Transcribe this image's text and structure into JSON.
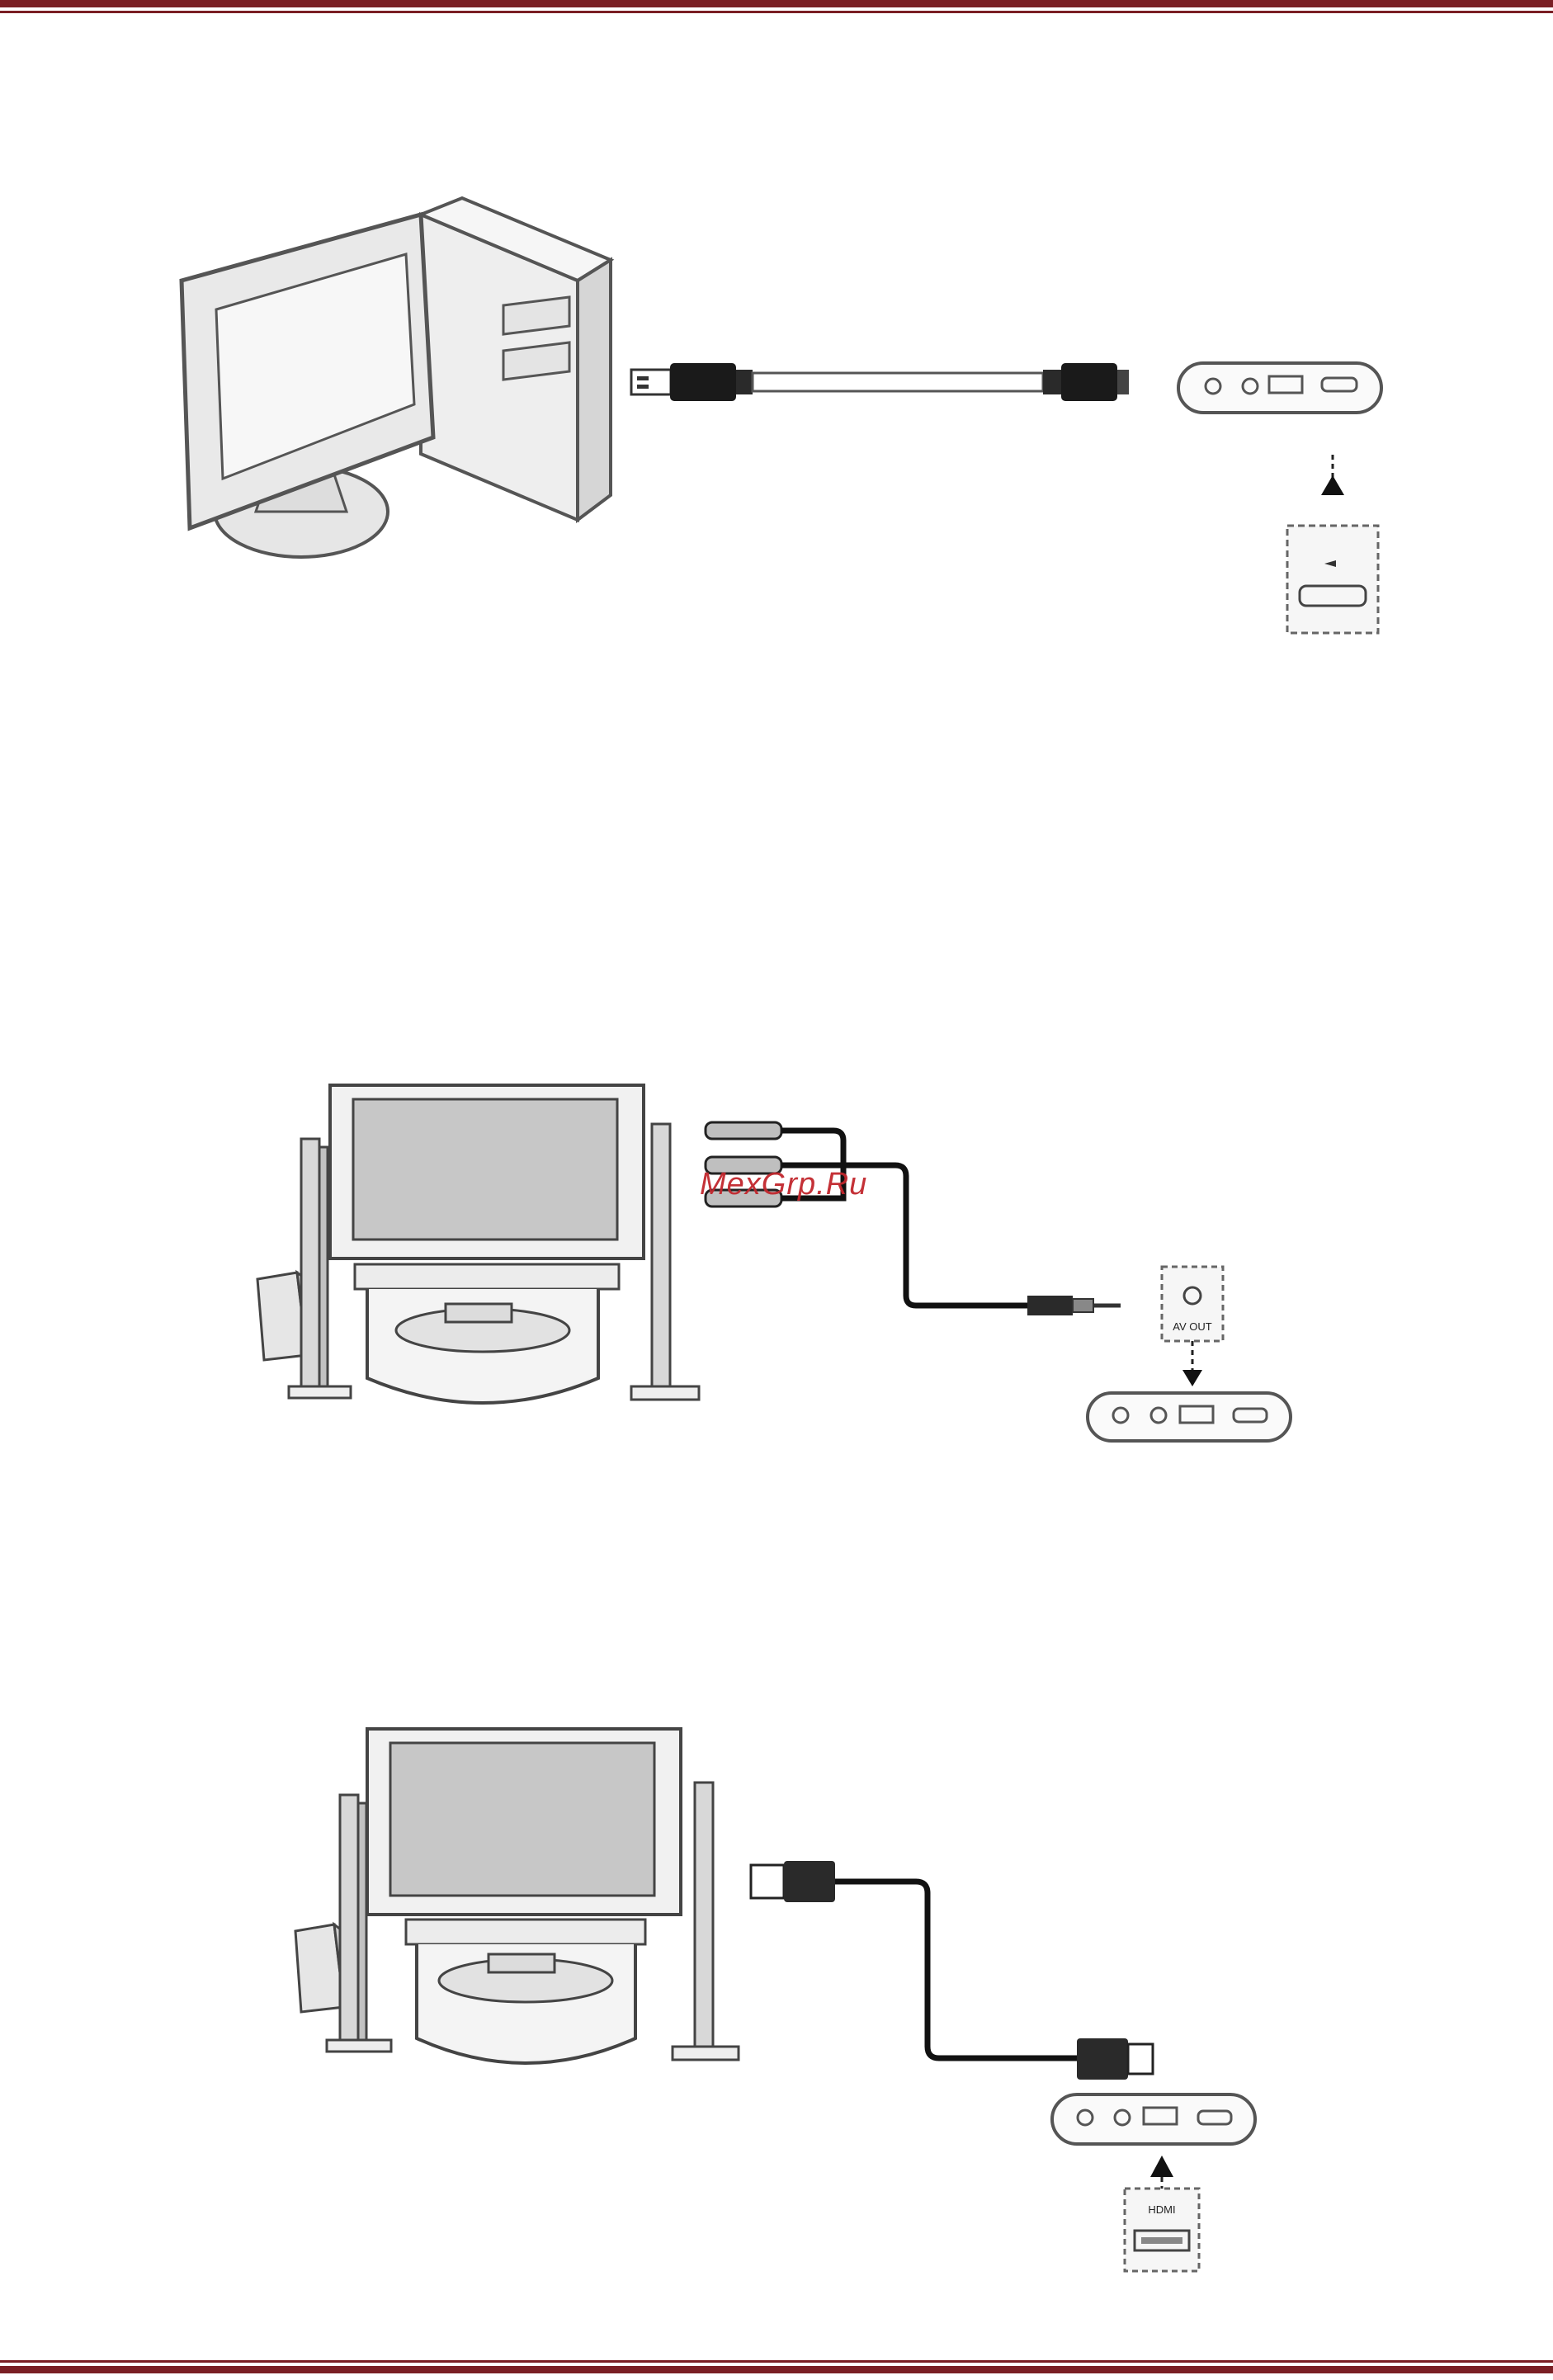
{
  "watermark": "MexGrp.Ru",
  "figure_av": {
    "port_label": "AV OUT"
  },
  "figure_hdmi": {
    "port_label": "HDMI"
  },
  "colors": {
    "rule": "#7a1f24",
    "watermark": "#c1272d"
  }
}
